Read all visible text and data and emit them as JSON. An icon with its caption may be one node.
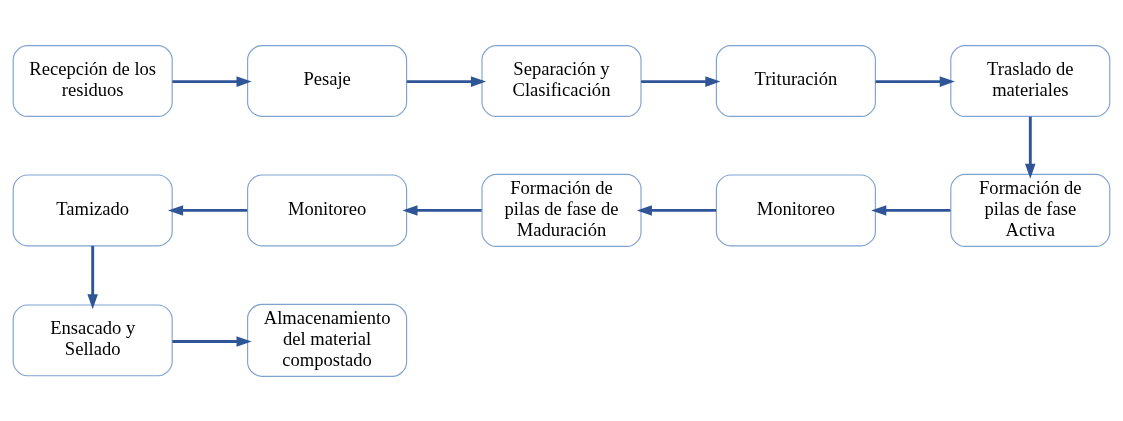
{
  "diagram": {
    "nodes": [
      {
        "text": [
          "Recepción de los residuos"
        ]
      },
      {
        "text": [
          "Pesaje"
        ]
      },
      {
        "text": [
          "Separación y Clasificación"
        ]
      },
      {
        "text": [
          "Trituración"
        ]
      },
      {
        "text": [
          "Traslado de materiales"
        ]
      },
      {
        "text": [
          "Tamizado"
        ]
      },
      {
        "text": [
          "Monitoreo"
        ]
      },
      {
        "text": [
          "Formación de pilas de fase de Maduración"
        ]
      },
      {
        "text": [
          "Monitoreo"
        ]
      },
      {
        "text": [
          "Formación de pilas de fase Activa"
        ]
      },
      {
        "text": [
          "Ensacado y Sellado"
        ]
      },
      {
        "text": [
          "Almacenamiento del material compostado"
        ]
      }
    ],
    "edges": [
      {
        "from": 0,
        "to": 1,
        "arrow": "to"
      },
      {
        "from": 1,
        "to": 2,
        "arrow": "to"
      },
      {
        "from": 2,
        "to": 3,
        "arrow": "to"
      },
      {
        "from": 3,
        "to": 4,
        "arrow": "to"
      },
      {
        "from": 4,
        "to": 9,
        "arrow": "to"
      },
      {
        "from": 9,
        "to": 8,
        "arrow": "to"
      },
      {
        "from": 8,
        "to": 7,
        "arrow": "to"
      },
      {
        "from": 7,
        "to": 6,
        "arrow": "to"
      },
      {
        "from": 6,
        "to": 5,
        "arrow": "to"
      },
      {
        "from": 5,
        "to": 10,
        "arrow": "to"
      },
      {
        "from": 10,
        "to": 11,
        "arrow": "to"
      }
    ]
  }
}
